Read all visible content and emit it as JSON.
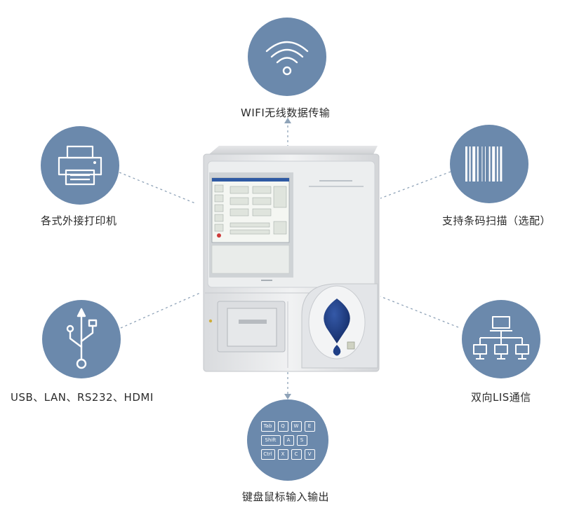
{
  "colors": {
    "circle_fill": "#6b89ac",
    "icon_stroke": "#ffffff",
    "connector": "#8fa3b8",
    "label_text": "#2b2b2b",
    "device_body": "#e9eaec",
    "device_screen": "#f4f6f2",
    "sample_drop": "#1f3f86"
  },
  "features": [
    {
      "id": "wifi",
      "label": "WIFI无线数据传输",
      "icon": "wifi-icon"
    },
    {
      "id": "printer",
      "label": "各式外接打印机",
      "icon": "printer-icon"
    },
    {
      "id": "barcode",
      "label": "支持条码扫描（选配）",
      "icon": "barcode-icon"
    },
    {
      "id": "usb",
      "label": "USB、LAN、RS232、HDMI",
      "icon": "usb-icon"
    },
    {
      "id": "lis",
      "label": "双向LIS通信",
      "icon": "network-icon"
    },
    {
      "id": "keyboard",
      "label": "键盘鼠标输入输出",
      "icon": "keyboard-icon"
    }
  ],
  "keyboard_keys": [
    [
      "Tab",
      "Q",
      "W",
      "E"
    ],
    [
      "Shift",
      "A",
      "S"
    ],
    [
      "Ctrl",
      "X",
      "C",
      "V"
    ]
  ]
}
